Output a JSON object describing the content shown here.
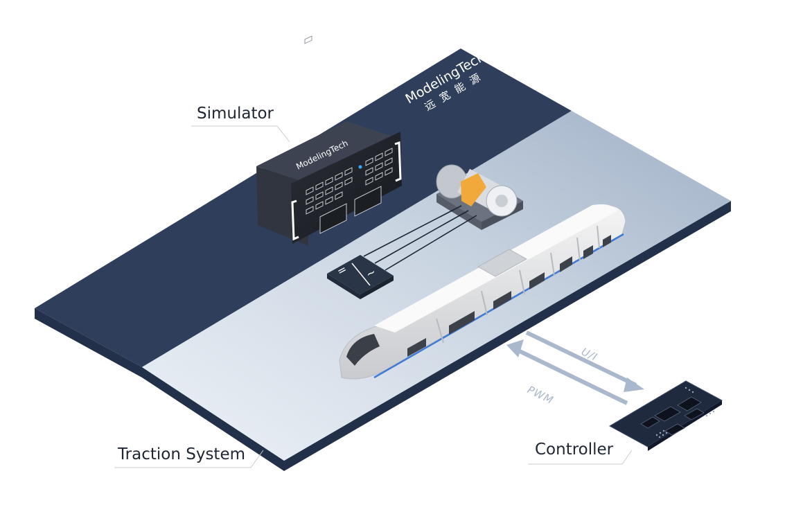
{
  "labels": {
    "simulator": "Simulator",
    "traction_system": "Traction System",
    "controller": "Controller"
  },
  "signals": {
    "ui": "U/I",
    "pwm": "PWM"
  },
  "converter": {
    "left_symbol": "=",
    "right_symbol": "~"
  },
  "brand": {
    "name": "ModelingTech",
    "chinese_name": "远宽能源"
  },
  "colors": {
    "platform_dark": "#2f3f5b",
    "platform_light": "#dfe6ee",
    "arrow": "#a9b8cc",
    "callout_text": "#1e2533",
    "motor_mount": "#f2a93b"
  }
}
